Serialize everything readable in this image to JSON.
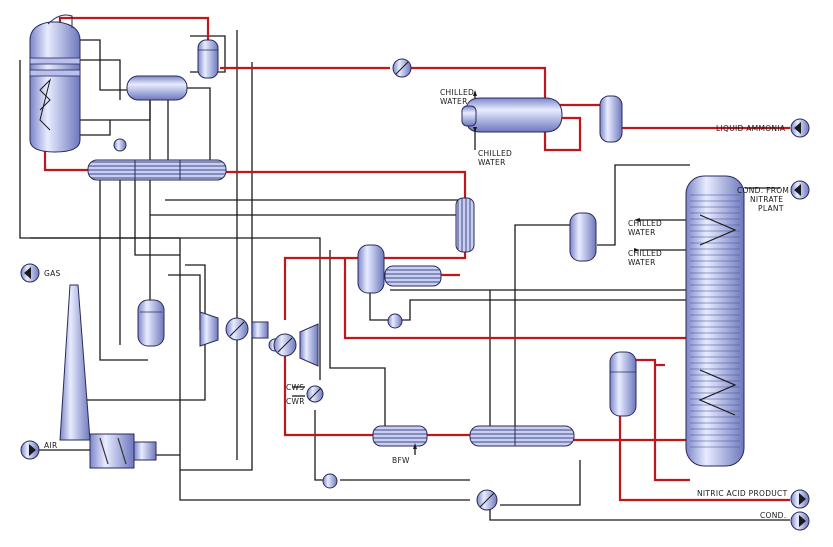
{
  "diagram": {
    "labels": {
      "gas": "GAS",
      "air": "AIR",
      "chilled_water_in": "CHILLED\nWATER",
      "chilled_water_out": "CHILLED\nWATER",
      "liquid_ammonia": "LIQUID AMMONIA",
      "cond_from_nitrate": "COND. FROM\nNITRATE\nPLANT",
      "chilled_water_col_1": "CHILLED\nWATER",
      "chilled_water_col_2": "CHILLED\nWATER",
      "cws": "CWS",
      "cwr": "CWR",
      "bfw": "BFW",
      "nitric_acid_product": "NITRIC ACID PRODUCT",
      "cond": "COND."
    },
    "colors": {
      "equipment_fill": "#a9b2e6",
      "process_line_red": "#c0171c",
      "utility_line_black": "#1a1a1a"
    }
  }
}
